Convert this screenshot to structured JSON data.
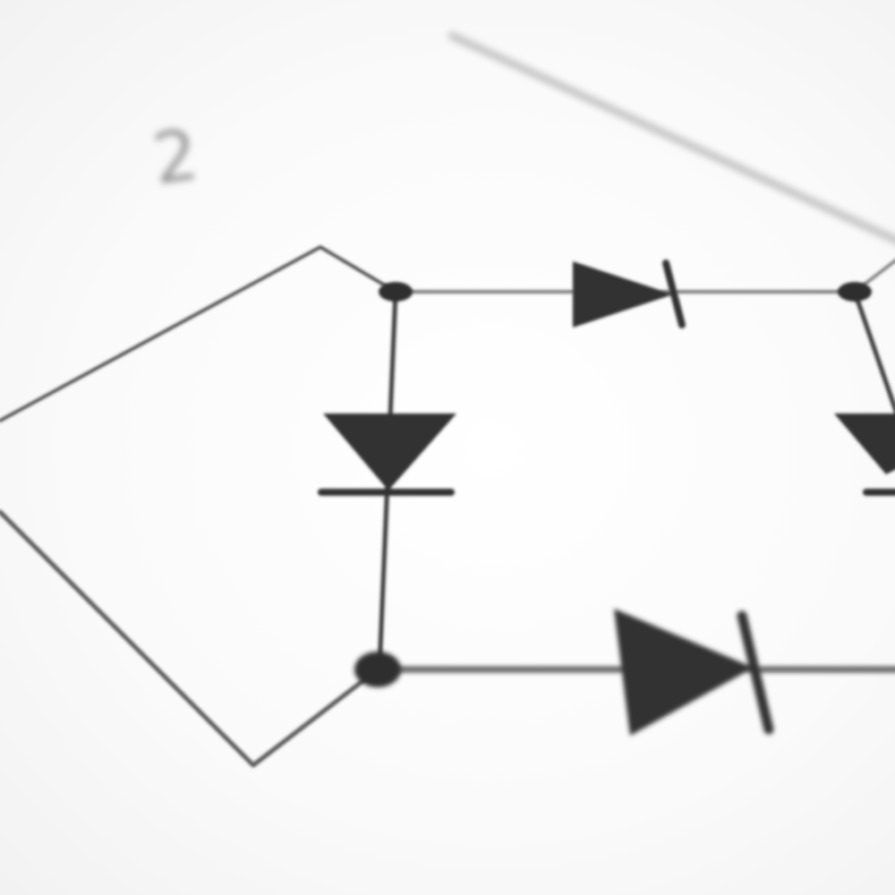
{
  "diagram": {
    "label": "2",
    "colors": {
      "background": "#ffffff",
      "ink": "#333333",
      "wire_dark": "#3a3a3a",
      "wire_mid": "#6a6a6a",
      "wire_light": "#b9b9b9",
      "label": "#9a9a9a"
    },
    "components": [
      {
        "id": "D1",
        "type": "diode"
      },
      {
        "id": "D2",
        "type": "diode"
      },
      {
        "id": "D3",
        "type": "diode"
      },
      {
        "id": "D4",
        "type": "diode"
      }
    ],
    "nodes": [
      "N1",
      "N2",
      "N3"
    ]
  }
}
